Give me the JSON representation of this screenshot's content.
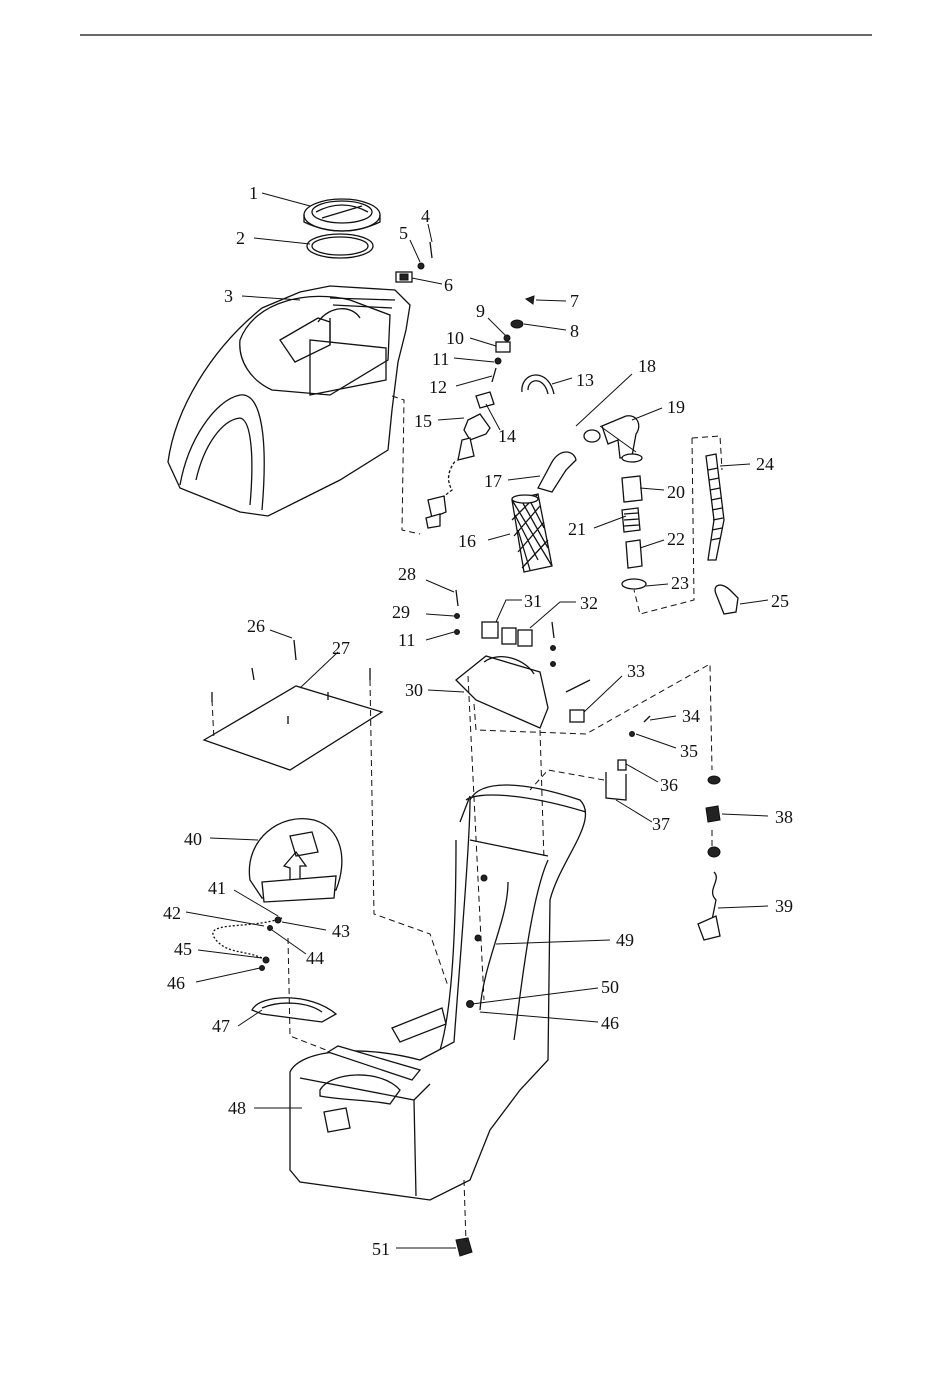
{
  "diagram": {
    "callouts": [
      "1",
      "2",
      "3",
      "4",
      "5",
      "6",
      "7",
      "8",
      "9",
      "10",
      "11",
      "12",
      "13",
      "14",
      "15",
      "16",
      "17",
      "18",
      "19",
      "20",
      "21",
      "22",
      "23",
      "24",
      "25",
      "26",
      "27",
      "28",
      "29",
      "11",
      "31",
      "32",
      "30",
      "33",
      "34",
      "35",
      "36",
      "37",
      "38",
      "39",
      "40",
      "41",
      "42",
      "43",
      "44",
      "45",
      "46",
      "47",
      "48",
      "49",
      "50",
      "46",
      "51"
    ]
  }
}
